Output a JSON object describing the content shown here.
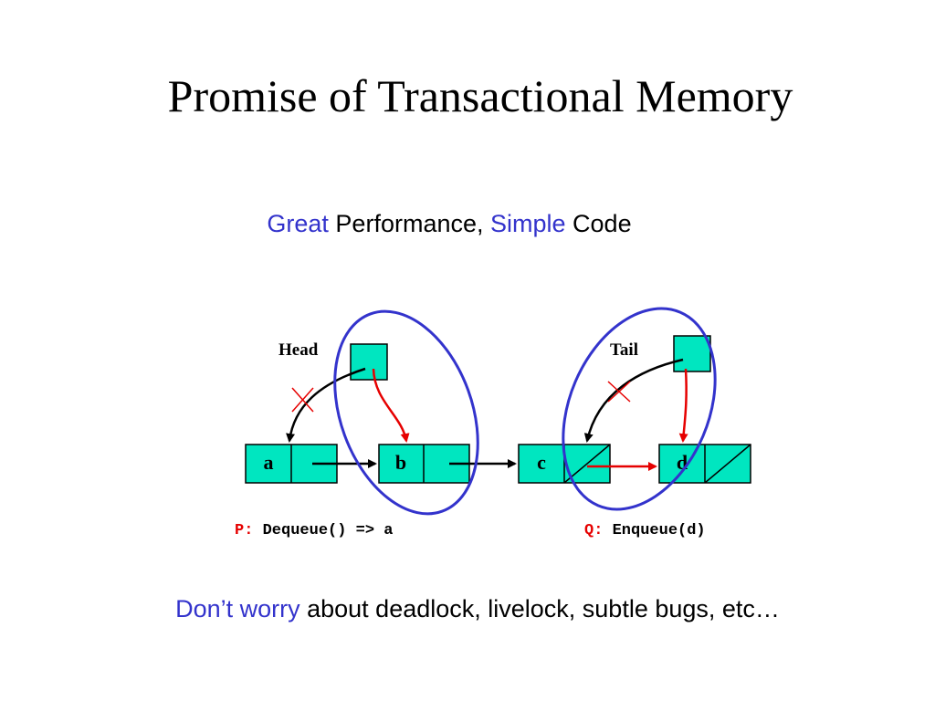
{
  "slide": {
    "title": "Promise of Transactional Memory",
    "subtitle": {
      "great": "Great",
      "performance": " Performance, ",
      "simple": "Simple",
      "code": " Code"
    },
    "footer": {
      "dont_worry": "Don’t worry",
      "rest": " about deadlock, livelock, subtle bugs, etc…"
    }
  },
  "diagram": {
    "head_label": "Head",
    "tail_label": "Tail",
    "nodes": [
      "a",
      "b",
      "c",
      "d"
    ],
    "op_p": {
      "prefix": "P:",
      "text": "Dequeue() => a"
    },
    "op_q": {
      "prefix": "Q:",
      "text": "Enqueue(d)"
    }
  },
  "colors": {
    "accent_blue": "#3333cc",
    "node_fill": "#00e6c0",
    "arrow_red": "#e60000",
    "label_red": "#e60000"
  }
}
